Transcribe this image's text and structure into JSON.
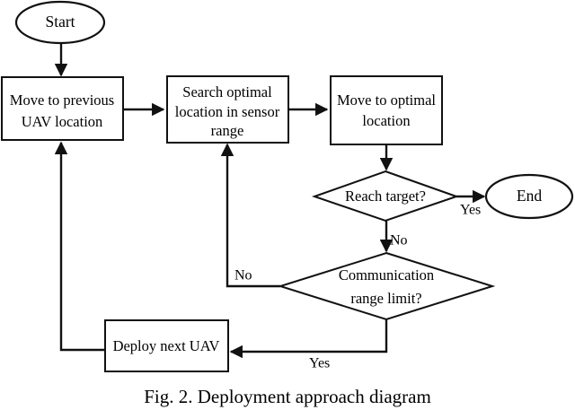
{
  "figure": {
    "caption": "Fig. 2. Deployment approach diagram",
    "colors": {
      "stroke": "#111111",
      "fill": "#ffffff",
      "text": "#000000",
      "background": "#ffffff"
    }
  },
  "chart_data": {
    "type": "diagram",
    "title": "Fig. 2. Deployment approach diagram",
    "nodes": [
      {
        "id": "start",
        "shape": "ellipse",
        "label": "Start"
      },
      {
        "id": "move_prev",
        "shape": "rectangle",
        "label": "Move to previous UAV location",
        "lines": [
          "Move to previous",
          "UAV location"
        ]
      },
      {
        "id": "search",
        "shape": "rectangle",
        "label": "Search optimal location in sensor range",
        "lines": [
          "Search optimal",
          "location in sensor",
          "range"
        ]
      },
      {
        "id": "move_opt",
        "shape": "rectangle",
        "label": "Move to optimal location",
        "lines": [
          "Move to optimal",
          "location"
        ]
      },
      {
        "id": "reach",
        "shape": "diamond",
        "label": "Reach target?",
        "lines": [
          "Reach target?"
        ]
      },
      {
        "id": "end",
        "shape": "ellipse",
        "label": "End"
      },
      {
        "id": "comm",
        "shape": "diamond",
        "label": "Communication range limit?",
        "lines": [
          "Communication",
          "range limit?"
        ]
      },
      {
        "id": "deploy",
        "shape": "rectangle",
        "label": "Deploy next UAV",
        "lines": [
          "Deploy next UAV"
        ]
      }
    ],
    "edges": [
      {
        "from": "start",
        "to": "move_prev",
        "label": ""
      },
      {
        "from": "move_prev",
        "to": "search",
        "label": ""
      },
      {
        "from": "search",
        "to": "move_opt",
        "label": ""
      },
      {
        "from": "move_opt",
        "to": "reach",
        "label": ""
      },
      {
        "from": "reach",
        "to": "end",
        "label": "Yes"
      },
      {
        "from": "reach",
        "to": "comm",
        "label": "No"
      },
      {
        "from": "comm",
        "to": "search",
        "label": "No"
      },
      {
        "from": "comm",
        "to": "deploy",
        "label": "Yes"
      },
      {
        "from": "deploy",
        "to": "move_prev",
        "label": ""
      }
    ],
    "edge_labels": {
      "reach_yes": "Yes",
      "reach_no": "No",
      "comm_no": "No",
      "comm_yes": "Yes"
    }
  }
}
